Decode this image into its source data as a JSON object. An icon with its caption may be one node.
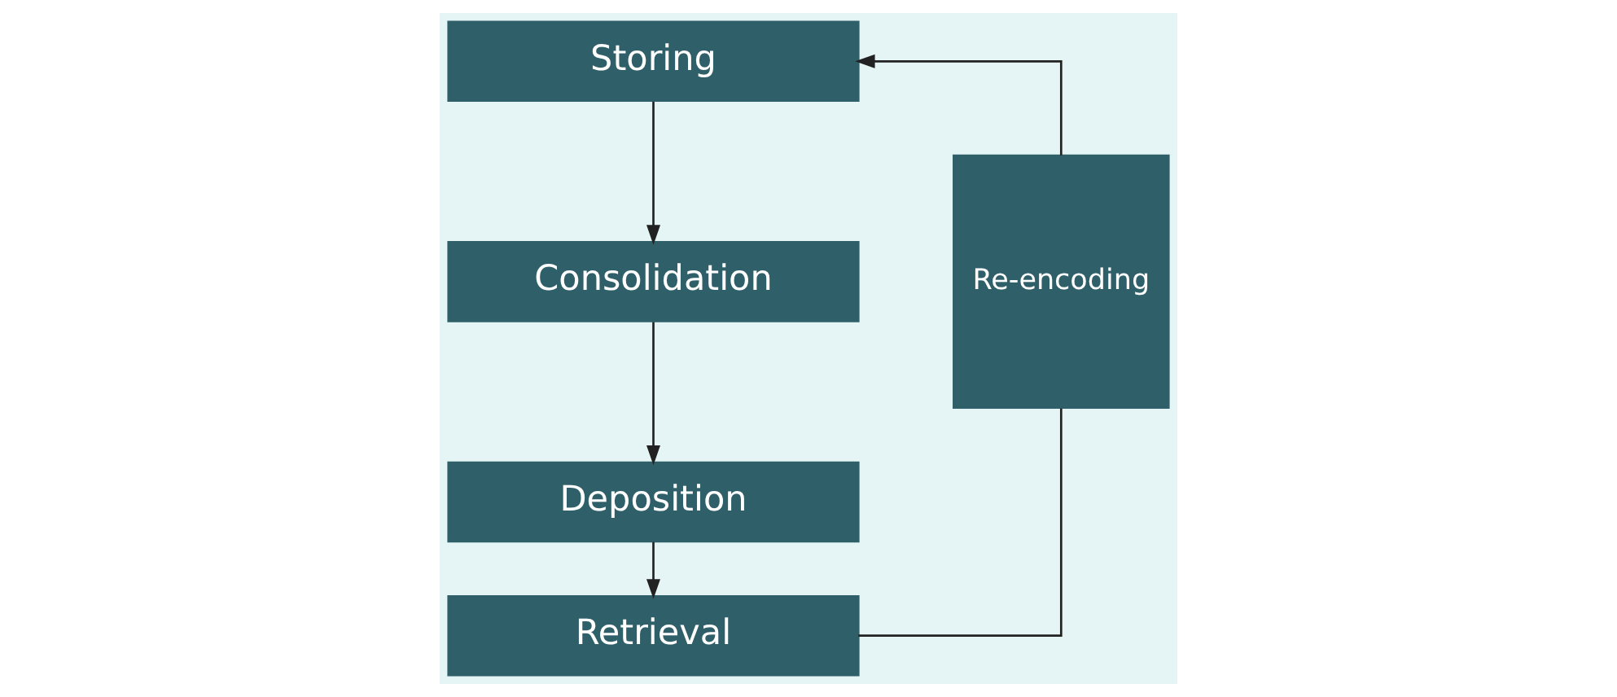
{
  "diagram": {
    "nodes": [
      {
        "text": [
          "Storing"
        ]
      },
      {
        "text": [
          "Consolidation"
        ]
      },
      {
        "text": [
          "Deposition"
        ]
      },
      {
        "text": [
          "Retrieval"
        ]
      },
      {
        "text": [
          "Re-encoding"
        ]
      }
    ],
    "edges": [
      {
        "from": 0,
        "to": 1,
        "arrow": "to"
      },
      {
        "from": 1,
        "to": 2,
        "arrow": "to"
      },
      {
        "from": 2,
        "to": 3,
        "arrow": "to"
      },
      {
        "from": 3,
        "to": 4,
        "arrow": "none"
      },
      {
        "from": 4,
        "to": 0,
        "arrow": "to"
      }
    ]
  }
}
